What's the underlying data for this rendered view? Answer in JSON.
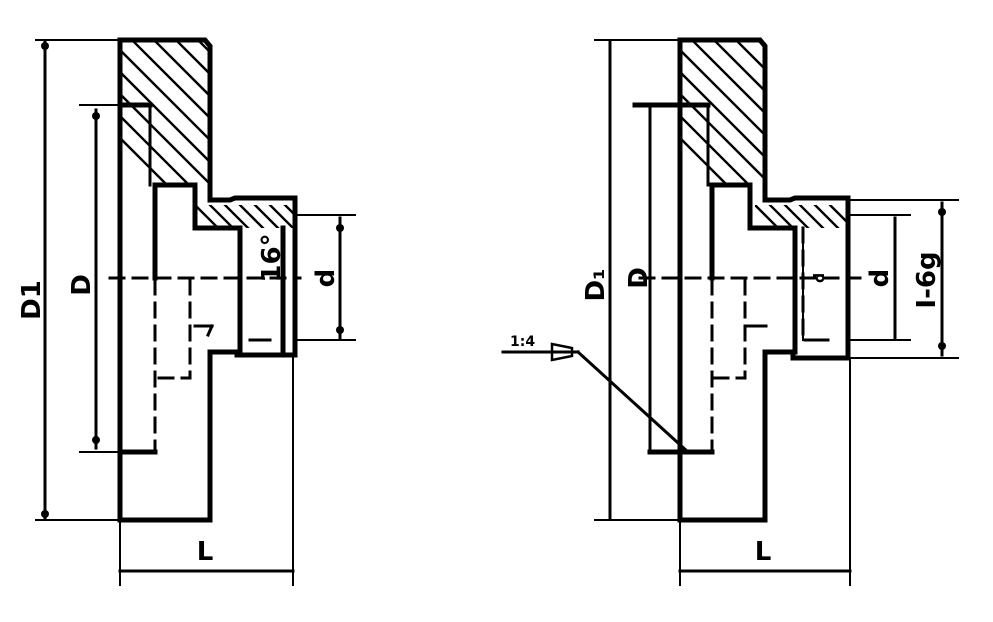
{
  "colors": {
    "ink": "#000000",
    "background": "#ffffff"
  },
  "left_view": {
    "label_D1": "D1",
    "label_D": "D",
    "label_d": "d",
    "label_angle": "16°",
    "label_L": "L"
  },
  "right_view": {
    "label_D1": "D₁",
    "label_D": "D",
    "label_d": "d",
    "label_d2": "d",
    "label_fit": "I-6g",
    "label_taper": "1:4",
    "label_L": "L"
  }
}
